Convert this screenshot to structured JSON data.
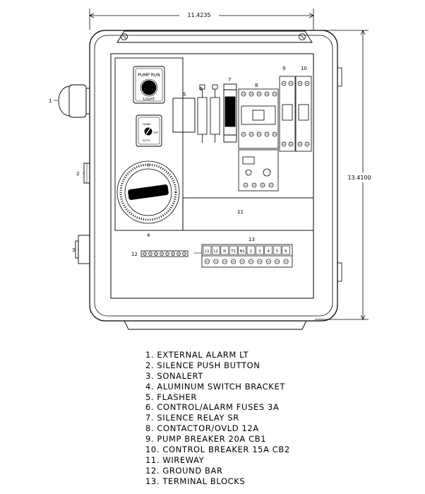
{
  "dimensions": {
    "width_label": "11.4235",
    "height_label": "13.4100"
  },
  "callouts": [
    "1",
    "2",
    "3",
    "4",
    "5",
    "6",
    "7",
    "8",
    "9",
    "10",
    "11",
    "12",
    "13"
  ],
  "labels": {
    "pump_run_top": "PUMP RUN",
    "pump_run_bottom": "LIGHT",
    "hand": "HAND",
    "off": "OFF",
    "auto": "AUTO",
    "timer_zero": "0"
  },
  "terminals": {
    "top_row": [
      "L1",
      "L2",
      "N",
      "T1",
      "N1",
      "2",
      "3",
      "4",
      "5",
      "6"
    ]
  },
  "legend": [
    "1.  EXTERNAL ALARM LT",
    "2.  SILENCE PUSH BUTTON",
    "3.  SONALERT",
    "4.  ALUMINUM SWITCH BRACKET",
    "5.  FLASHER",
    "6.  CONTROL/ALARM FUSES 3A",
    "7.  SILENCE RELAY SR",
    "8.  CONTACTOR/OVLD 12A",
    "9.  PUMP BREAKER 20A CB1",
    "10.  CONTROL BREAKER 15A CB2",
    "11.  WIREWAY",
    "12.  GROUND BAR",
    "13.  TERMINAL BLOCKS"
  ]
}
